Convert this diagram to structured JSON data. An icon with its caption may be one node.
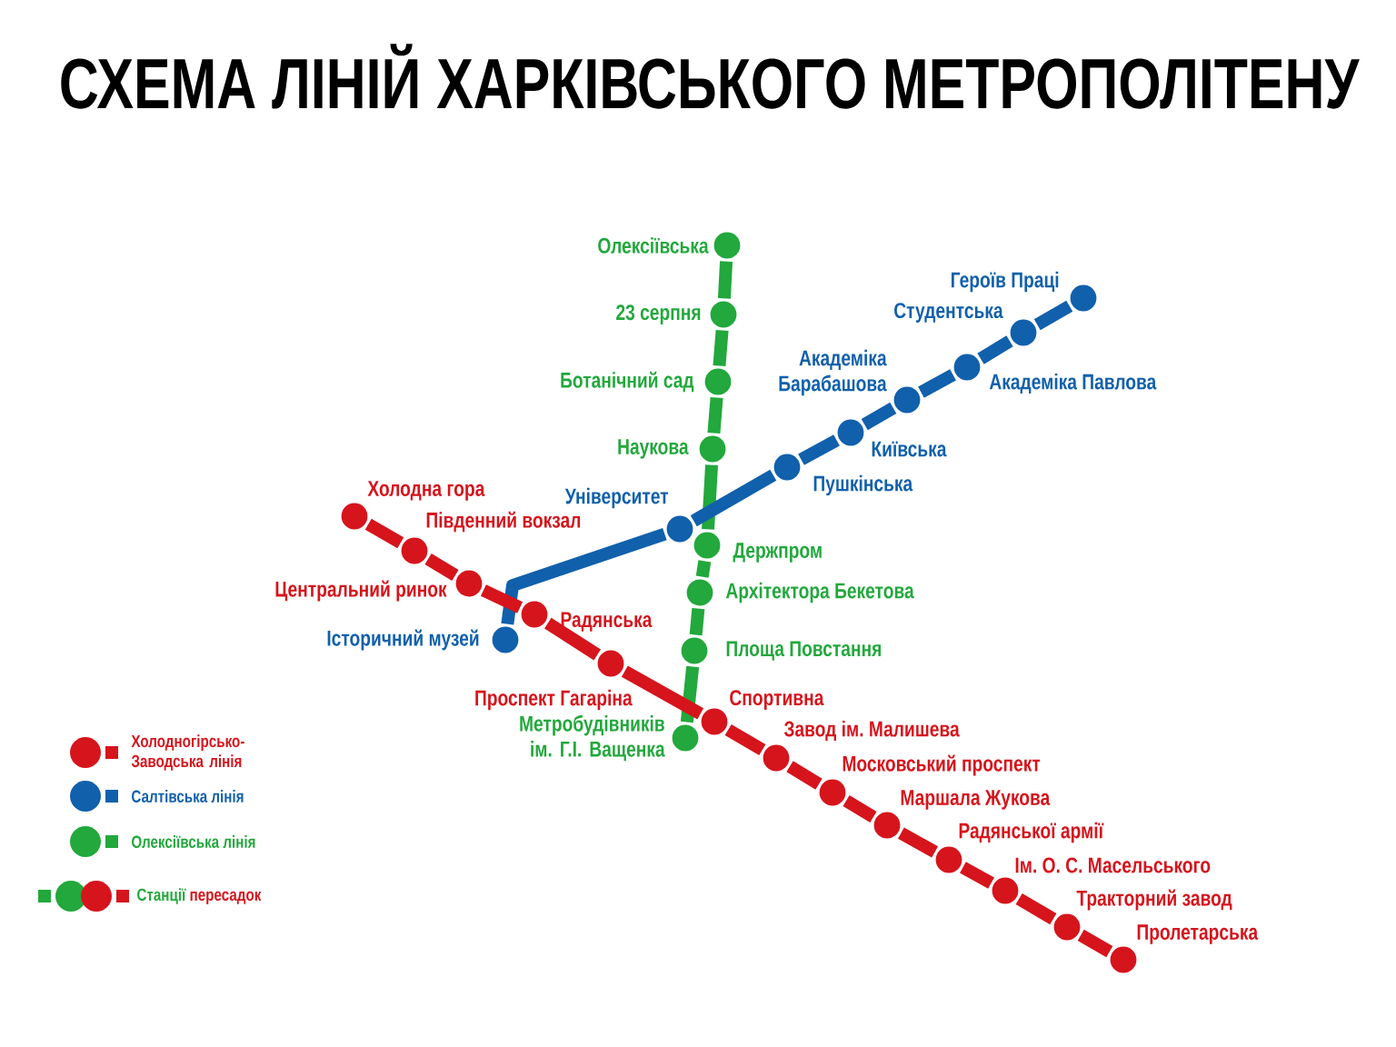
{
  "diagram": {
    "title": "СХЕМА ЛІНІЙ ХАРКІВСЬКОГО МЕТРОПОЛІТЕНУ",
    "nodes": [
      {
        "text": [],
        "shape": "circle",
        "beside": [
          "Олексіївська"
        ]
      },
      {
        "text": [],
        "shape": "circle",
        "beside": [
          "23 серпня"
        ]
      },
      {
        "text": [],
        "shape": "circle",
        "beside": [
          "Ботанічний сад"
        ]
      },
      {
        "text": [],
        "shape": "circle",
        "beside": [
          "Наукова"
        ]
      },
      {
        "text": [],
        "shape": "circle",
        "beside": [
          "Держпром"
        ]
      },
      {
        "text": [],
        "shape": "circle",
        "beside": [
          "Архітектора Бекетова"
        ]
      },
      {
        "text": [],
        "shape": "circle",
        "beside": [
          "Площа Повстання"
        ]
      },
      {
        "text": [],
        "shape": "circle",
        "beside": [
          "Метробудівників ім. Г.І. Ващенка"
        ]
      },
      {
        "text": [],
        "shape": "circle",
        "beside": [
          "Історичний музей"
        ]
      },
      {
        "text": [],
        "shape": "circle",
        "beside": [
          "Університет"
        ]
      },
      {
        "text": [],
        "shape": "circle",
        "beside": [
          "Пушкінська"
        ]
      },
      {
        "text": [],
        "shape": "circle",
        "beside": [
          "Київська"
        ]
      },
      {
        "text": [],
        "shape": "circle",
        "beside": [
          "Академіка Барабашова"
        ]
      },
      {
        "text": [],
        "shape": "circle",
        "beside": [
          "Академіка Павлова"
        ]
      },
      {
        "text": [],
        "shape": "circle",
        "beside": [
          "Студентська"
        ]
      },
      {
        "text": [],
        "shape": "circle",
        "beside": [
          "Героїв Праці"
        ]
      },
      {
        "text": [],
        "shape": "circle",
        "beside": [
          "Холодна гора"
        ]
      },
      {
        "text": [],
        "shape": "circle",
        "beside": [
          "Південний вокзал"
        ]
      },
      {
        "text": [],
        "shape": "circle",
        "beside": [
          "Центральний ринок"
        ]
      },
      {
        "text": [],
        "shape": "circle",
        "beside": [
          "Радянська"
        ]
      },
      {
        "text": [],
        "shape": "circle",
        "beside": [
          "Проспект Гагаріна"
        ]
      },
      {
        "text": [],
        "shape": "circle",
        "beside": [
          "Спортивна"
        ]
      },
      {
        "text": [],
        "shape": "circle",
        "beside": [
          "Завод ім. Малишева"
        ]
      },
      {
        "text": [],
        "shape": "circle",
        "beside": [
          "Московський проспект"
        ]
      },
      {
        "text": [],
        "shape": "circle",
        "beside": [
          "Маршала Жукова"
        ]
      },
      {
        "text": [],
        "shape": "circle",
        "beside": [
          "Радянської армії"
        ]
      },
      {
        "text": [],
        "shape": "circle",
        "beside": [
          "Ім. О. С. Масельського"
        ]
      },
      {
        "text": [],
        "shape": "circle",
        "beside": [
          "Тракторний завод"
        ]
      },
      {
        "text": [],
        "shape": "circle",
        "beside": [
          "Пролетарська"
        ]
      }
    ],
    "edges": [
      {
        "from": 0,
        "to": 1,
        "arrow": "none",
        "color": "#22a83c"
      },
      {
        "from": 1,
        "to": 2,
        "arrow": "none",
        "color": "#22a83c"
      },
      {
        "from": 2,
        "to": 3,
        "arrow": "none",
        "color": "#22a83c"
      },
      {
        "from": 3,
        "to": 4,
        "arrow": "none",
        "color": "#22a83c"
      },
      {
        "from": 4,
        "to": 5,
        "arrow": "none",
        "color": "#22a83c"
      },
      {
        "from": 5,
        "to": 6,
        "arrow": "none",
        "color": "#22a83c"
      },
      {
        "from": 6,
        "to": 7,
        "arrow": "none",
        "color": "#22a83c"
      },
      {
        "from": 8,
        "to": 9,
        "arrow": "none",
        "color": "#1160ac"
      },
      {
        "from": 9,
        "to": 10,
        "arrow": "none",
        "color": "#1160ac"
      },
      {
        "from": 10,
        "to": 11,
        "arrow": "none",
        "color": "#1160ac"
      },
      {
        "from": 11,
        "to": 12,
        "arrow": "none",
        "color": "#1160ac"
      },
      {
        "from": 12,
        "to": 13,
        "arrow": "none",
        "color": "#1160ac"
      },
      {
        "from": 13,
        "to": 14,
        "arrow": "none",
        "color": "#1160ac"
      },
      {
        "from": 14,
        "to": 15,
        "arrow": "none",
        "color": "#1160ac"
      },
      {
        "from": 16,
        "to": 17,
        "arrow": "none"
      },
      {
        "from": 17,
        "to": 18,
        "arrow": "none"
      },
      {
        "from": 18,
        "to": 19,
        "arrow": "none"
      },
      {
        "from": 19,
        "to": 20,
        "arrow": "none"
      },
      {
        "from": 20,
        "to": 21,
        "arrow": "none"
      },
      {
        "from": 21,
        "to": 22,
        "arrow": "none"
      },
      {
        "from": 22,
        "to": 23,
        "arrow": "none"
      },
      {
        "from": 23,
        "to": 24,
        "arrow": "none"
      },
      {
        "from": 24,
        "to": 25,
        "arrow": "none"
      },
      {
        "from": 25,
        "to": 26,
        "arrow": "none"
      },
      {
        "from": 26,
        "to": 27,
        "arrow": "none"
      },
      {
        "from": 27,
        "to": 28,
        "arrow": "none"
      }
    ],
    "legend": [
      {
        "text": "Холодногірсько-Заводська лінія",
        "color": "#d6141c"
      },
      {
        "text": "Салтівська лінія",
        "color": "#1160ac"
      },
      {
        "text": "Олексіївська лінія",
        "color": "#22a83c"
      },
      {
        "text": "Станції пересадок"
      }
    ]
  }
}
